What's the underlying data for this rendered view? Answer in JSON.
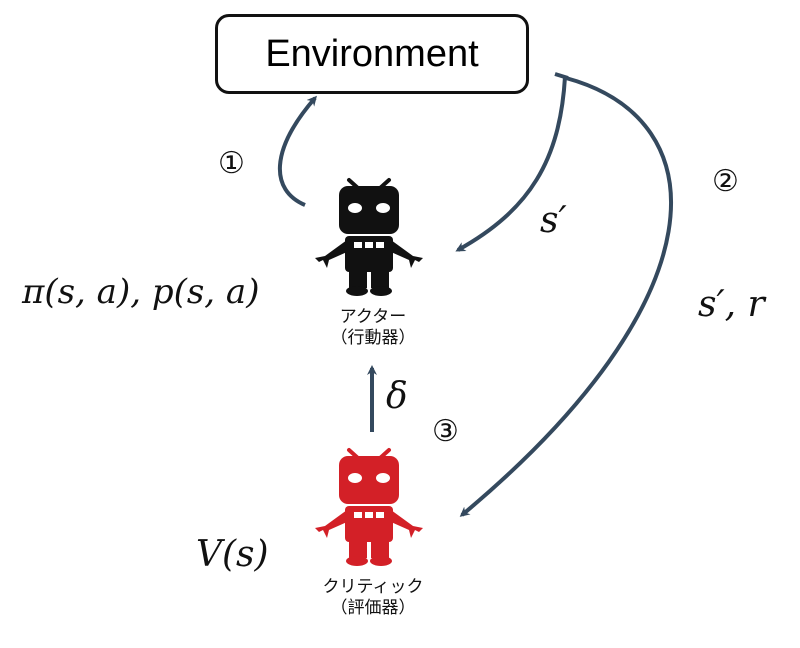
{
  "environment": {
    "label": "Environment"
  },
  "actor": {
    "name": "アクター",
    "subtitle": "（行動器）",
    "policy": "π(s, a), p(s, a)",
    "color": "#111111"
  },
  "critic": {
    "name": "クリティック",
    "subtitle": "（評価器）",
    "value": "V(s)",
    "color": "#d32027"
  },
  "steps": {
    "one": "①",
    "two": "②",
    "three": "③"
  },
  "edges": {
    "state": "s′",
    "state_reward": "s′, r",
    "td_error": "δ",
    "color": "#34495e"
  }
}
